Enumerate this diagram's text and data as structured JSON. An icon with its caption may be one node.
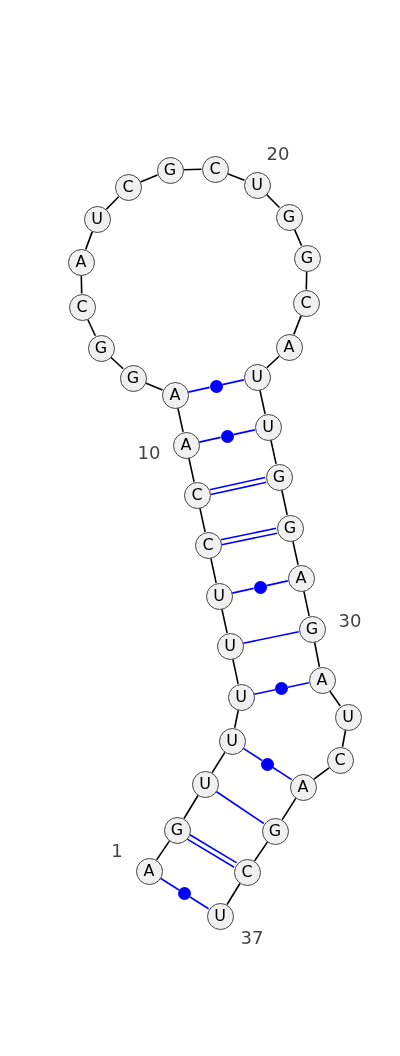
{
  "diagram": {
    "nodes": [
      {
        "text": [
          "A"
        ],
        "beside": [
          "1"
        ]
      },
      {
        "text": [
          "G"
        ]
      },
      {
        "text": [
          "U"
        ]
      },
      {
        "text": [
          "U"
        ]
      },
      {
        "text": [
          "U"
        ]
      },
      {
        "text": [
          "U"
        ]
      },
      {
        "text": [
          "U"
        ]
      },
      {
        "text": [
          "C"
        ]
      },
      {
        "text": [
          "C"
        ]
      },
      {
        "text": [
          "A"
        ],
        "beside": [
          "10"
        ]
      },
      {
        "text": [
          "A"
        ]
      },
      {
        "text": [
          "G"
        ]
      },
      {
        "text": [
          "G"
        ]
      },
      {
        "text": [
          "C"
        ]
      },
      {
        "text": [
          "A"
        ]
      },
      {
        "text": [
          "U"
        ]
      },
      {
        "text": [
          "C"
        ]
      },
      {
        "text": [
          "G"
        ]
      },
      {
        "text": [
          "C"
        ]
      },
      {
        "text": [
          "U"
        ],
        "beside": [
          "20"
        ]
      },
      {
        "text": [
          "G"
        ]
      },
      {
        "text": [
          "G"
        ]
      },
      {
        "text": [
          "C"
        ]
      },
      {
        "text": [
          "A"
        ]
      },
      {
        "text": [
          "U"
        ]
      },
      {
        "text": [
          "U"
        ]
      },
      {
        "text": [
          "G"
        ]
      },
      {
        "text": [
          "G"
        ]
      },
      {
        "text": [
          "A"
        ]
      },
      {
        "text": [
          "G"
        ],
        "beside": [
          "30"
        ]
      },
      {
        "text": [
          "A"
        ]
      },
      {
        "text": [
          "U"
        ]
      },
      {
        "text": [
          "C"
        ]
      },
      {
        "text": [
          "A"
        ]
      },
      {
        "text": [
          "G"
        ]
      },
      {
        "text": [
          "C"
        ]
      },
      {
        "text": [
          "U"
        ],
        "beside": [
          "37"
        ]
      },
      {
        "text": [],
        "shape": "circle"
      },
      {
        "text": [],
        "shape": "circle"
      },
      {
        "text": [],
        "shape": "circle"
      },
      {
        "text": [],
        "shape": "circle"
      },
      {
        "text": [],
        "shape": "circle"
      },
      {
        "text": [],
        "shape": "circle"
      }
    ],
    "edges": [
      {
        "from": 0,
        "to": 1,
        "arrow": "none"
      },
      {
        "from": 1,
        "to": 2,
        "arrow": "none"
      },
      {
        "from": 2,
        "to": 3,
        "arrow": "none"
      },
      {
        "from": 3,
        "to": 4,
        "arrow": "none"
      },
      {
        "from": 4,
        "to": 5,
        "arrow": "none"
      },
      {
        "from": 5,
        "to": 6,
        "arrow": "none"
      },
      {
        "from": 6,
        "to": 7,
        "arrow": "none"
      },
      {
        "from": 7,
        "to": 8,
        "arrow": "none"
      },
      {
        "from": 8,
        "to": 9,
        "arrow": "none"
      },
      {
        "from": 9,
        "to": 10,
        "arrow": "none"
      },
      {
        "from": 10,
        "to": 11,
        "arrow": "none"
      },
      {
        "from": 11,
        "to": 12,
        "arrow": "none"
      },
      {
        "from": 12,
        "to": 13,
        "arrow": "none"
      },
      {
        "from": 13,
        "to": 14,
        "arrow": "none"
      },
      {
        "from": 14,
        "to": 15,
        "arrow": "none"
      },
      {
        "from": 15,
        "to": 16,
        "arrow": "none"
      },
      {
        "from": 16,
        "to": 17,
        "arrow": "none"
      },
      {
        "from": 17,
        "to": 18,
        "arrow": "none"
      },
      {
        "from": 18,
        "to": 19,
        "arrow": "none"
      },
      {
        "from": 19,
        "to": 20,
        "arrow": "none"
      },
      {
        "from": 20,
        "to": 21,
        "arrow": "none"
      },
      {
        "from": 21,
        "to": 22,
        "arrow": "none"
      },
      {
        "from": 22,
        "to": 23,
        "arrow": "none"
      },
      {
        "from": 23,
        "to": 24,
        "arrow": "none"
      },
      {
        "from": 24,
        "to": 25,
        "arrow": "none"
      },
      {
        "from": 25,
        "to": 26,
        "arrow": "none"
      },
      {
        "from": 26,
        "to": 27,
        "arrow": "none"
      },
      {
        "from": 27,
        "to": 28,
        "arrow": "none"
      },
      {
        "from": 28,
        "to": 29,
        "arrow": "none"
      },
      {
        "from": 29,
        "to": 30,
        "arrow": "none"
      },
      {
        "from": 30,
        "to": 31,
        "arrow": "none"
      },
      {
        "from": 31,
        "to": 32,
        "arrow": "none"
      },
      {
        "from": 32,
        "to": 33,
        "arrow": "none"
      },
      {
        "from": 33,
        "to": 34,
        "arrow": "none"
      },
      {
        "from": 34,
        "to": 35,
        "arrow": "none"
      },
      {
        "from": 35,
        "to": 36,
        "arrow": "none"
      },
      {
        "from": 0,
        "to": 42,
        "arrow": "none",
        "color": "#0000ff"
      },
      {
        "from": 42,
        "to": 36,
        "arrow": "none",
        "color": "#0000ff"
      },
      {
        "from": 1,
        "to": 35,
        "arrow": "none",
        "style": "thick",
        "color": "#0000ff"
      },
      {
        "from": 2,
        "to": 34,
        "arrow": "none",
        "color": "#0000ff"
      },
      {
        "from": 3,
        "to": 41,
        "arrow": "none",
        "color": "#0000ff"
      },
      {
        "from": 41,
        "to": 33,
        "arrow": "none",
        "color": "#0000ff"
      },
      {
        "from": 4,
        "to": 40,
        "arrow": "none",
        "color": "#0000ff"
      },
      {
        "from": 40,
        "to": 30,
        "arrow": "none",
        "color": "#0000ff"
      },
      {
        "from": 5,
        "to": 29,
        "arrow": "none",
        "color": "#0000ff"
      },
      {
        "from": 6,
        "to": 39,
        "arrow": "none",
        "color": "#0000ff"
      },
      {
        "from": 39,
        "to": 28,
        "arrow": "none",
        "color": "#0000ff"
      },
      {
        "from": 7,
        "to": 27,
        "arrow": "none",
        "style": "thick",
        "color": "#0000ff"
      },
      {
        "from": 8,
        "to": 26,
        "arrow": "none",
        "style": "thick",
        "color": "#0000ff"
      },
      {
        "from": 9,
        "to": 38,
        "arrow": "none",
        "color": "#0000ff"
      },
      {
        "from": 38,
        "to": 25,
        "arrow": "none",
        "color": "#0000ff"
      },
      {
        "from": 10,
        "to": 37,
        "arrow": "none",
        "color": "#0000ff"
      },
      {
        "from": 37,
        "to": 24,
        "arrow": "none",
        "color": "#0000ff"
      }
    ]
  }
}
